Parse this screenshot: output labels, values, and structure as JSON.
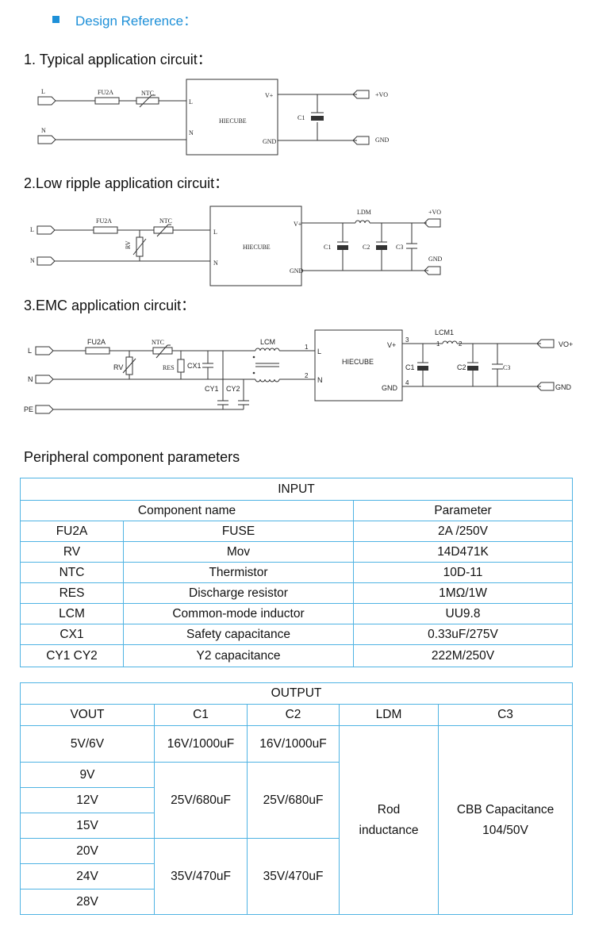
{
  "header": {
    "title": "Design Reference："
  },
  "sections": {
    "s1": "1.   Typical application circuit：",
    "s2": "2.Low ripple application circuit：",
    "s3": "3.EMC application circuit："
  },
  "circuit1": {
    "L": "L",
    "N": "N",
    "fuse": "FU2A",
    "ntc": "NTC",
    "mod_L": "L",
    "mod_N": "N",
    "module": "HIECUBE",
    "vplus": "V+",
    "gnd": "GND",
    "c1": "C1",
    "vo": "+VO",
    "out_gnd": "GND"
  },
  "circuit2": {
    "L": "L",
    "N": "N",
    "fuse": "FU2A",
    "ntc": "NTC",
    "rv": "RV",
    "mod_L": "L",
    "mod_N": "N",
    "module": "HIECUBE",
    "vplus": "V+",
    "gnd": "GND",
    "ldm": "LDM",
    "c1": "C1",
    "c2": "C2",
    "c3": "C3",
    "vo": "+VO",
    "out_gnd": "GND"
  },
  "circuit3": {
    "L": "L",
    "N": "N",
    "PE": "PE",
    "fuse": "FU2A",
    "ntc": "NTC",
    "rv": "RV",
    "res": "RES",
    "cx1": "CX1",
    "cy1": "CY1",
    "cy2": "CY2",
    "lcm": "LCM",
    "pin1": "1",
    "pin2": "2",
    "mod_L": "L",
    "mod_N": "N",
    "module": "HIECUBE",
    "vplus": "V+",
    "gnd": "GND",
    "pin3": "3",
    "pin4": "4",
    "lcm1": "LCM1",
    "lcm1_p1": "1",
    "lcm1_p2": "2",
    "c1": "C1",
    "c2": "C2",
    "c3": "C3",
    "vo": "VO+",
    "out_gnd": "GND"
  },
  "peripheral_title": "Peripheral component parameters",
  "input_table": {
    "title": "INPUT",
    "headers": [
      "Component name",
      "Parameter"
    ],
    "rows": [
      [
        "FU2A",
        "FUSE",
        "2A /250V"
      ],
      [
        "RV",
        "Mov",
        "14D471K"
      ],
      [
        "NTC",
        "Thermistor",
        "10D-11"
      ],
      [
        "RES",
        "Discharge resistor",
        "1MΩ/1W"
      ],
      [
        "LCM",
        "Common-mode inductor",
        "UU9.8"
      ],
      [
        "CX1",
        "Safety capacitance",
        "0.33uF/275V"
      ],
      [
        "CY1 CY2",
        "Y2 capacitance",
        "222M/250V"
      ]
    ]
  },
  "output_table": {
    "title": "OUTPUT",
    "headers": [
      "VOUT",
      "C1",
      "C2",
      "LDM",
      "C3"
    ],
    "vout": [
      "5V/6V",
      "9V",
      "12V",
      "15V",
      "20V",
      "24V",
      "28V"
    ],
    "c1": [
      "16V/1000uF",
      "25V/680uF",
      "35V/470uF"
    ],
    "c2": [
      "16V/1000uF",
      "25V/680uF",
      "35V/470uF"
    ],
    "ldm": [
      "Rod",
      "inductance"
    ],
    "c3": [
      "CBB Capacitance",
      "104/50V"
    ]
  }
}
